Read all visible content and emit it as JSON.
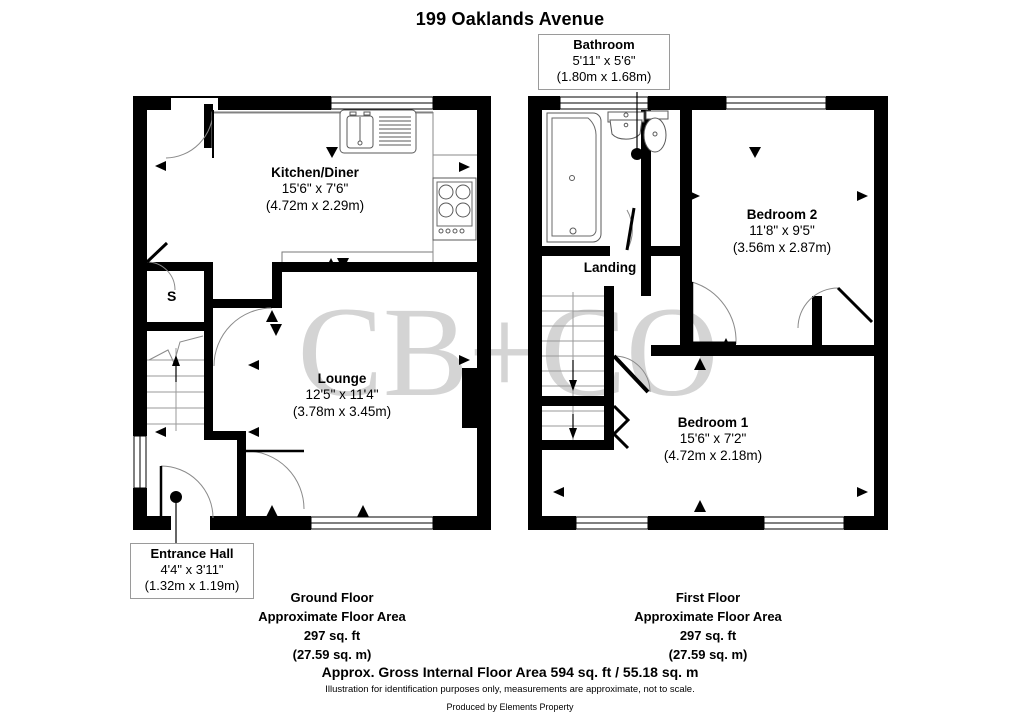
{
  "title": "199 Oaklands Avenue",
  "watermark": "CB+CO",
  "rooms": {
    "kitchen": {
      "name": "Kitchen/Diner",
      "imperial": "15'6\" x 7'6\"",
      "metric": "(4.72m x 2.29m)"
    },
    "lounge": {
      "name": "Lounge",
      "imperial": "12'5\" x 11'4\"",
      "metric": "(3.78m x 3.45m)"
    },
    "bedroom2": {
      "name": "Bedroom 2",
      "imperial": "11'8\" x 9'5\"",
      "metric": "(3.56m x 2.87m)"
    },
    "bedroom1": {
      "name": "Bedroom 1",
      "imperial": "15'6\" x 7'2\"",
      "metric": "(4.72m x 2.18m)"
    },
    "landing": {
      "name": "Landing"
    }
  },
  "callouts": {
    "bathroom": {
      "name": "Bathroom",
      "imperial": "5'11\" x 5'6\"",
      "metric": "(1.80m x 1.68m)"
    },
    "entrance_hall": {
      "name": "Entrance Hall",
      "imperial": "4'4\" x 3'11\"",
      "metric": "(1.32m x 1.19m)"
    }
  },
  "storage_marker": "S",
  "floors": {
    "ground": {
      "name": "Ground Floor",
      "area_caption": "Approximate Floor Area",
      "sqft": "297 sq. ft",
      "sqm": "(27.59 sq. m)"
    },
    "first": {
      "name": "First Floor",
      "area_caption": "Approximate Floor Area",
      "sqft": "297 sq. ft",
      "sqm": "(27.59 sq. m)"
    }
  },
  "summary": {
    "gross": "Approx. Gross Internal Floor Area 594 sq. ft / 55.18 sq. m",
    "disclaimer": "Illustration for identification purposes only, measurements are approximate, not to scale.",
    "producer": "Produced by Elements Property"
  },
  "colors": {
    "wall": "#000000",
    "fixture_stroke": "#555555",
    "watermark": "#d4d4d4",
    "callout_border": "#9a9a9a"
  }
}
